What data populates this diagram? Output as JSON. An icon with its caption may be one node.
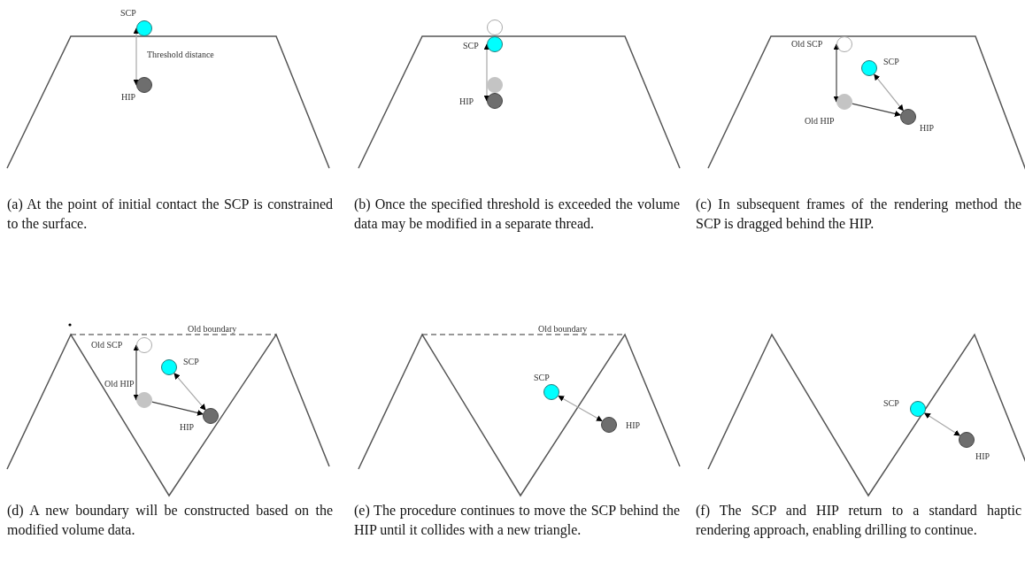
{
  "diagram": {
    "nodes": [
      {
        "text": [],
        "shape": "circle",
        "beside": [
          "SCP"
        ]
      },
      {
        "text": [],
        "shape": "circle",
        "beside": [
          "HIP"
        ]
      },
      {
        "text": [],
        "shape": "circle"
      },
      {
        "text": [],
        "shape": "circle",
        "beside": [
          "SCP"
        ]
      },
      {
        "text": [],
        "shape": "circle"
      },
      {
        "text": [],
        "shape": "circle",
        "beside": [
          "HIP"
        ]
      },
      {
        "text": [],
        "shape": "circle",
        "beside": [
          "Old SCP"
        ]
      },
      {
        "text": [],
        "shape": "circle",
        "beside": [
          "SCP"
        ]
      },
      {
        "text": [],
        "shape": "circle",
        "beside": [
          "Old HIP"
        ]
      },
      {
        "text": [],
        "shape": "circle",
        "beside": [
          "HIP"
        ]
      },
      {
        "text": [],
        "shape": "circle",
        "beside": [
          "Old SCP"
        ]
      },
      {
        "text": [],
        "shape": "circle",
        "beside": [
          "SCP"
        ]
      },
      {
        "text": [],
        "shape": "circle",
        "beside": [
          "Old HIP"
        ]
      },
      {
        "text": [],
        "shape": "circle",
        "beside": [
          "HIP"
        ]
      },
      {
        "text": [],
        "shape": "circle",
        "beside": [
          "SCP"
        ]
      },
      {
        "text": [],
        "shape": "circle",
        "beside": [
          "HIP"
        ]
      },
      {
        "text": [],
        "shape": "circle",
        "beside": [
          "SCP"
        ]
      },
      {
        "text": [],
        "shape": "circle",
        "beside": [
          "HIP"
        ]
      }
    ],
    "edges": [
      {
        "from": 0,
        "to": 1,
        "arrow": "both",
        "label": "Threshold distance"
      },
      {
        "from": 3,
        "to": 5,
        "arrow": "both"
      },
      {
        "from": 6,
        "to": 8,
        "arrow": "both",
        "color": "#404040"
      },
      {
        "from": 8,
        "to": 9,
        "arrow": "to",
        "color": "#404040"
      },
      {
        "from": 7,
        "to": 9,
        "arrow": "both"
      },
      {
        "from": 10,
        "to": 12,
        "arrow": "both",
        "color": "#404040"
      },
      {
        "from": 12,
        "to": 13,
        "arrow": "to",
        "color": "#404040"
      },
      {
        "from": 11,
        "to": 13,
        "arrow": "both"
      },
      {
        "from": 14,
        "to": 15,
        "arrow": "both"
      },
      {
        "from": 16,
        "to": 17,
        "arrow": "both"
      }
    ],
    "labels": [
      "(a) At the point of initial contact the SCP is constrained to the surface.",
      "(b) Once the specified threshold is exceeded the volume data may be modified in a separate thread.",
      "(c) In subsequent frames of the rendering method the SCP is dragged behind the HIP.",
      "Old boundary",
      "Old boundary",
      "(d) A new boundary will be constructed based on the modified volume data.",
      "(e) The procedure continues to move the SCP behind the HIP until it collides with a new triangle.",
      "(f) The SCP and HIP return to a standard haptic rendering approach, enabling drilling to continue."
    ]
  }
}
